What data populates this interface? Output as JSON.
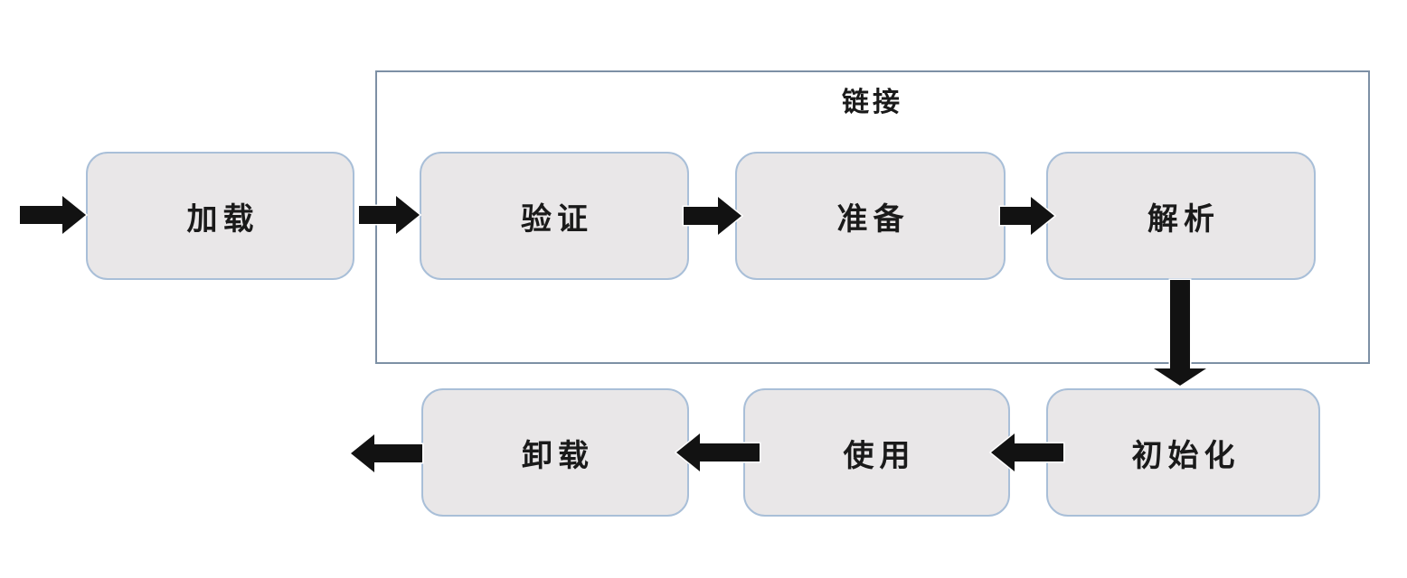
{
  "diagram": {
    "type": "flowchart",
    "group": {
      "label": "链接",
      "contains": [
        "验证",
        "准备",
        "解析"
      ]
    },
    "nodes": [
      {
        "id": "load",
        "label": "加载"
      },
      {
        "id": "verify",
        "label": "验证"
      },
      {
        "id": "prepare",
        "label": "准备"
      },
      {
        "id": "resolve",
        "label": "解析"
      },
      {
        "id": "initialize",
        "label": "初始化"
      },
      {
        "id": "use",
        "label": "使用"
      },
      {
        "id": "unload",
        "label": "卸载"
      }
    ],
    "edges": [
      {
        "from": "",
        "to": "加载",
        "direction": "right"
      },
      {
        "from": "加载",
        "to": "验证",
        "direction": "right"
      },
      {
        "from": "验证",
        "to": "准备",
        "direction": "right"
      },
      {
        "from": "准备",
        "to": "解析",
        "direction": "right"
      },
      {
        "from": "解析",
        "to": "初始化",
        "direction": "down"
      },
      {
        "from": "初始化",
        "to": "使用",
        "direction": "left"
      },
      {
        "from": "使用",
        "to": "卸载",
        "direction": "left"
      },
      {
        "from": "卸载",
        "to": "",
        "direction": "left"
      }
    ],
    "colors": {
      "canvas_bg": "#ffffff",
      "node_fill": "#e9e7e8",
      "node_border": "#a9bfd8",
      "group_border": "#7d90a5",
      "arrow_fill": "#121212",
      "text_color": "#1a1a1a"
    }
  }
}
